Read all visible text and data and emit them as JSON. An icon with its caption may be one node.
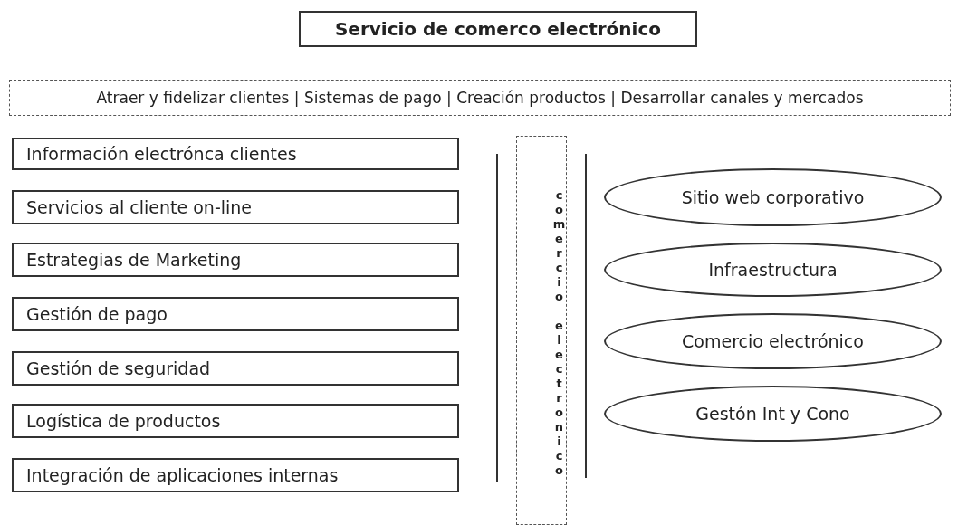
{
  "diagram": {
    "nodes": [
      {
        "text": [
          "Servicio de comerco electrónico"
        ]
      },
      {
        "text": [
          "Atraer y fidelizar clientes | Sistemas de pago | Creación productos | Desarrollar canales y mercados"
        ]
      },
      {
        "text": [
          "Información electrónca clientes"
        ]
      },
      {
        "text": [
          "Servicios al cliente on-line"
        ]
      },
      {
        "text": [
          "Estrategias de Marketing"
        ]
      },
      {
        "text": [
          "Gestión de pago"
        ]
      },
      {
        "text": [
          "Gestión de seguridad"
        ]
      },
      {
        "text": [
          "Logística de productos"
        ]
      },
      {
        "text": [
          "Integración de aplicaciones internas"
        ]
      },
      {
        "text": [
          "comercio electronico"
        ]
      },
      {
        "text": [
          "Sitio web corporativo"
        ]
      },
      {
        "text": [
          "Infraestructura"
        ]
      },
      {
        "text": [
          "Comercio electrónico"
        ]
      },
      {
        "text": [
          "Gestón Int y Cono"
        ]
      }
    ]
  }
}
